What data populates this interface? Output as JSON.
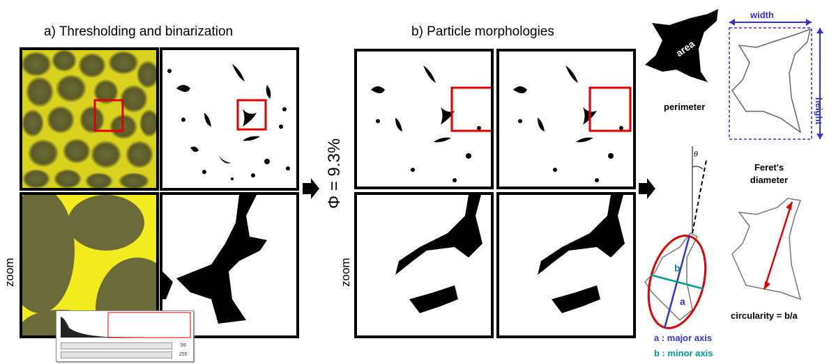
{
  "section_a": {
    "title": "a) Thresholding and binarization",
    "zoom_label": "zoom"
  },
  "section_b": {
    "title": "b) Particle morphologies",
    "zoom_label": "zoom"
  },
  "porosity": "Φ = 9.3%",
  "histogram": {
    "slider1_value": "99",
    "slider2_value": "255"
  },
  "measures": {
    "area": "area",
    "perimeter": "perimeter",
    "width": "width",
    "height": "height",
    "feret": "Feret's diameter",
    "theta": "θ",
    "a_label": "a",
    "b_label": "b",
    "major_axis": "a : major axis",
    "minor_axis": "b : minor axis",
    "circularity": "circularity = b/a"
  },
  "colors": {
    "yellow": "#e8e000",
    "red": "#e00000",
    "blue": "#3333cc",
    "teal": "#009999"
  }
}
